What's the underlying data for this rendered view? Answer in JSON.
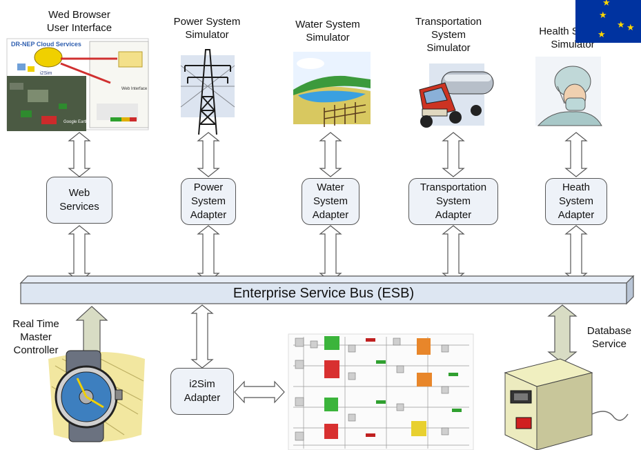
{
  "labels": {
    "web_browser": [
      "Wed Browser",
      "User Interface"
    ],
    "power_sim": [
      "Power System",
      "Simulator"
    ],
    "water_sim": [
      "Water System",
      "Simulator"
    ],
    "transport_sim": [
      "Transportation",
      "System",
      "Simulator"
    ],
    "health_sim": [
      "Health System",
      "Simulator"
    ],
    "rt_master": [
      "Real Time",
      "Master",
      "Controller"
    ],
    "db_service": [
      "Database",
      "Service"
    ]
  },
  "boxes": {
    "web_services": [
      "Web",
      "Services"
    ],
    "power_adapter": [
      "Power",
      "System",
      "Adapter"
    ],
    "water_adapter": [
      "Water",
      "System",
      "Adapter"
    ],
    "transport_adapter": [
      "Transportation",
      "System",
      "Adapter"
    ],
    "health_adapter": [
      "Heath",
      "System",
      "Adapter"
    ],
    "i2sim_adapter": [
      "i2Sim",
      "Adapter"
    ]
  },
  "esb_label": "Enterprise Service Bus (ESB)",
  "screenshot_text": {
    "title": "DR-NEP Cloud Services",
    "i2sim": "i2Sim",
    "web_interface": "Web Interface",
    "google_earth": "Google Earth"
  },
  "colors": {
    "bus_fill": "#dde6f2",
    "box_fill": "#eef2f8",
    "arrow_fill": "#ffffff",
    "db_arrow_fill": "#d8dcc4",
    "rt_arrow_fill": "#d8dcc4",
    "eu_flag": "#0033a0"
  }
}
